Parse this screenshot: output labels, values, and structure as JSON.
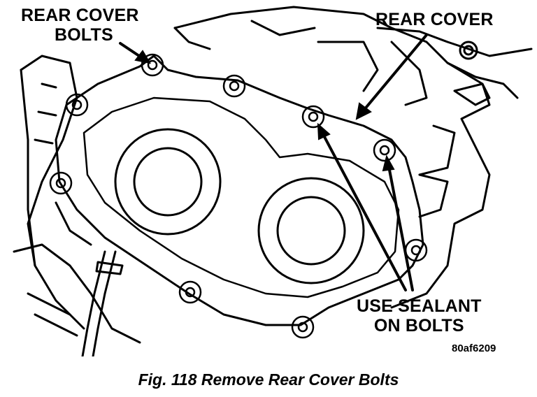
{
  "labels": {
    "rear_cover_bolts": [
      "REAR COVER",
      "BOLTS"
    ],
    "rear_cover": "REAR COVER",
    "sealant": [
      "USE SEALANT",
      "ON BOLTS"
    ]
  },
  "reference_code": "80af6209",
  "caption": "Fig. 118 Remove Rear Cover Bolts"
}
